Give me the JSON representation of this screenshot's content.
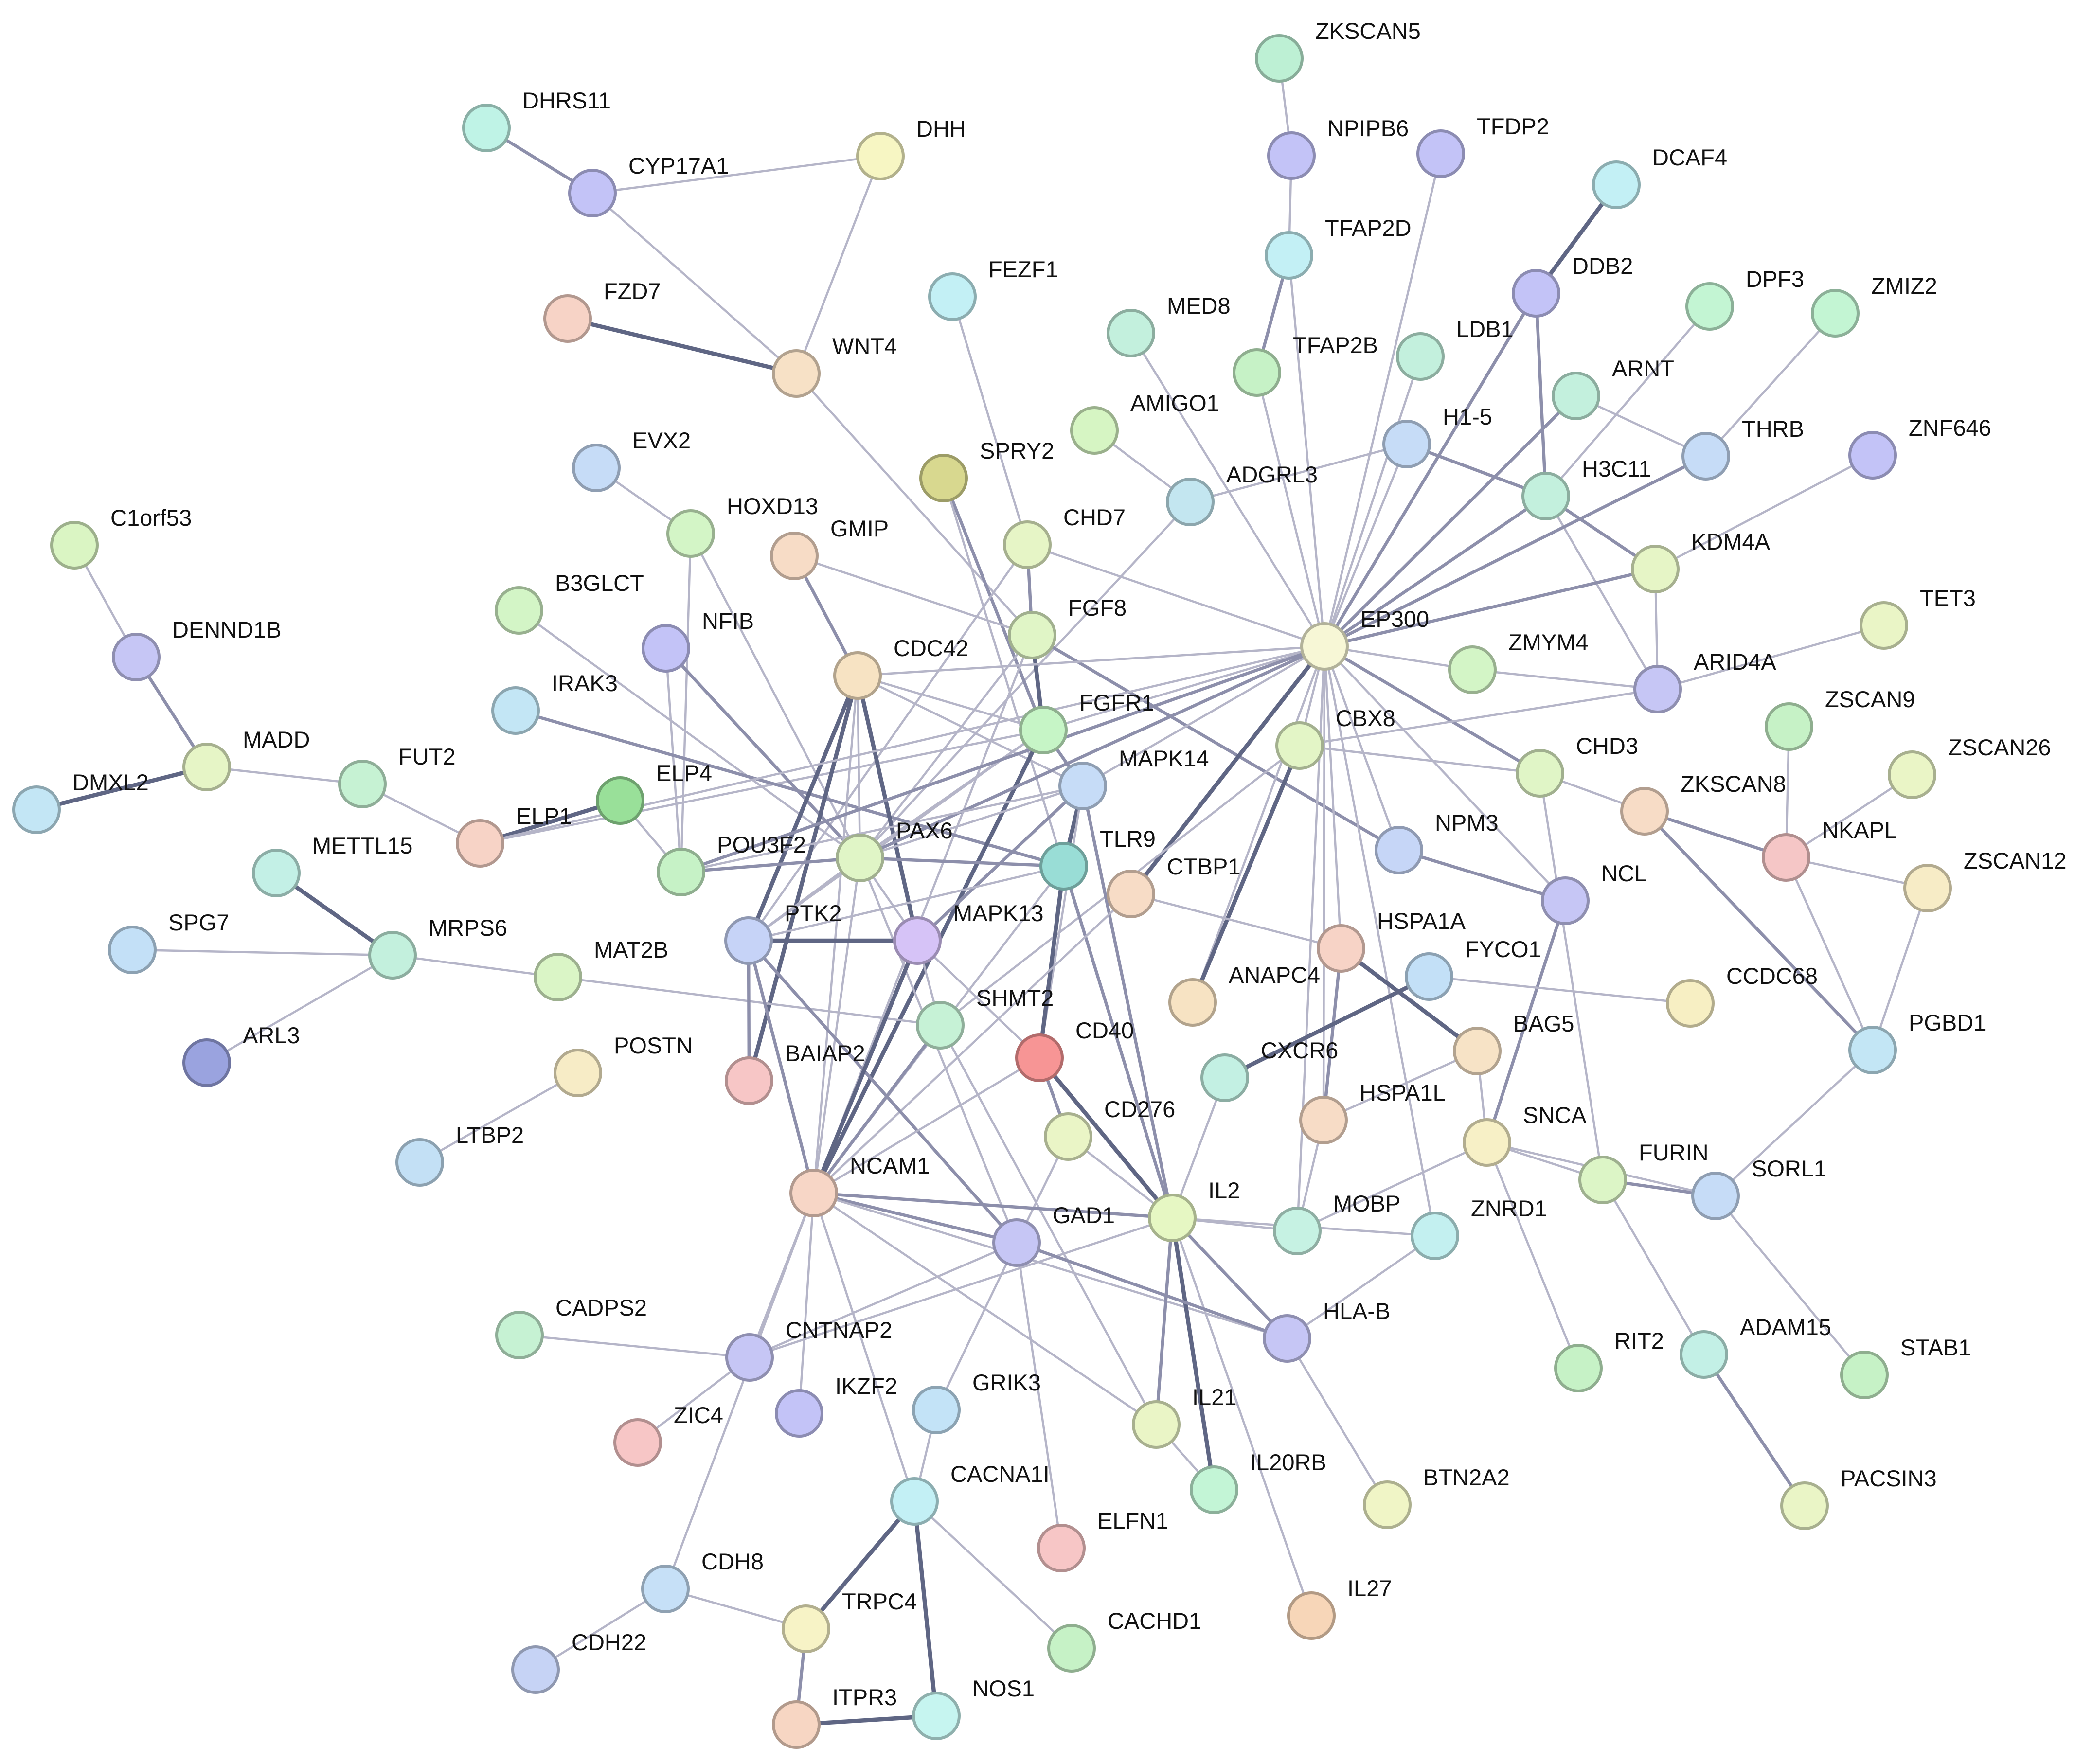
{
  "nodes": [
    {
      "id": "ZKSCAN5",
      "label": "ZKSCAN5",
      "color": "#bdf0d4"
    },
    {
      "id": "DHRS11",
      "label": "DHRS11",
      "color": "#bff3e6"
    },
    {
      "id": "NPIPB6",
      "label": "NPIPB6",
      "color": "#c3c3f7"
    },
    {
      "id": "TFDP2",
      "label": "TFDP2",
      "color": "#c3c3f7"
    },
    {
      "id": "DHH",
      "label": "DHH",
      "color": "#f7f6c3"
    },
    {
      "id": "CYP17A1",
      "label": "CYP17A1",
      "color": "#c3c3f7"
    },
    {
      "id": "DCAF4",
      "label": "DCAF4",
      "color": "#c3f0f5"
    },
    {
      "id": "TFAP2D",
      "label": "TFAP2D",
      "color": "#c3f0f5"
    },
    {
      "id": "DDB2",
      "label": "DDB2",
      "color": "#c3c3f7"
    },
    {
      "id": "FEZF1",
      "label": "FEZF1",
      "color": "#c3f0f5"
    },
    {
      "id": "FZD7",
      "label": "FZD7",
      "color": "#f7d3c6"
    },
    {
      "id": "MED8",
      "label": "MED8",
      "color": "#c3f0dd"
    },
    {
      "id": "DPF3",
      "label": "DPF3",
      "color": "#c3f5d3"
    },
    {
      "id": "ZMIZ2",
      "label": "ZMIZ2",
      "color": "#c3f5d3"
    },
    {
      "id": "WNT4",
      "label": "WNT4",
      "color": "#f7e1c6"
    },
    {
      "id": "TFAP2B",
      "label": "TFAP2B",
      "color": "#c6f2c6"
    },
    {
      "id": "LDB1",
      "label": "LDB1",
      "color": "#c3f0dd"
    },
    {
      "id": "ARNT",
      "label": "ARNT",
      "color": "#c3f0dd"
    },
    {
      "id": "AMIGO1",
      "label": "AMIGO1",
      "color": "#d6f5c3"
    },
    {
      "id": "H1-5",
      "label": "H1-5",
      "color": "#c6dcf7"
    },
    {
      "id": "THRB",
      "label": "THRB",
      "color": "#c6dcf7"
    },
    {
      "id": "ZNF646",
      "label": "ZNF646",
      "color": "#c3c3f7"
    },
    {
      "id": "EVX2",
      "label": "EVX2",
      "color": "#c6dcf7"
    },
    {
      "id": "SPRY2",
      "label": "SPRY2",
      "color": "#d8d88f"
    },
    {
      "id": "ADGRL3",
      "label": "ADGRL3",
      "color": "#c3e6f0"
    },
    {
      "id": "H3C11",
      "label": "H3C11",
      "color": "#c3f0dd"
    },
    {
      "id": "C1orf53",
      "label": "C1orf53",
      "color": "#daf5c3"
    },
    {
      "id": "HOXD13",
      "label": "HOXD13",
      "color": "#d3f5c6"
    },
    {
      "id": "GMIP",
      "label": "GMIP",
      "color": "#f7dcc6"
    },
    {
      "id": "CHD7",
      "label": "CHD7",
      "color": "#e6f5c6"
    },
    {
      "id": "KDM4A",
      "label": "KDM4A",
      "color": "#e6f5c6"
    },
    {
      "id": "TET3",
      "label": "TET3",
      "color": "#eaf5c6"
    },
    {
      "id": "B3GLCT",
      "label": "B3GLCT",
      "color": "#d3f5c6"
    },
    {
      "id": "FGF8",
      "label": "FGF8",
      "color": "#e0f5c6"
    },
    {
      "id": "EP300",
      "label": "EP300",
      "color": "#f7f7d6"
    },
    {
      "id": "DENND1B",
      "label": "DENND1B",
      "color": "#c6c6f5"
    },
    {
      "id": "NFIB",
      "label": "NFIB",
      "color": "#c3c3f7"
    },
    {
      "id": "CDC42",
      "label": "CDC42",
      "color": "#f7e3c3"
    },
    {
      "id": "ZMYM4",
      "label": "ZMYM4",
      "color": "#d3f5c6"
    },
    {
      "id": "ARID4A",
      "label": "ARID4A",
      "color": "#c6c6f5"
    },
    {
      "id": "ZSCAN9",
      "label": "ZSCAN9",
      "color": "#c6f2c6"
    },
    {
      "id": "ZSCAN26",
      "label": "ZSCAN26",
      "color": "#eaf5c6"
    },
    {
      "id": "IRAK3",
      "label": "IRAK3",
      "color": "#c3e6f5"
    },
    {
      "id": "FGFR1",
      "label": "FGFR1",
      "color": "#c6f5c6"
    },
    {
      "id": "CBX8",
      "label": "CBX8",
      "color": "#e3f5c6"
    },
    {
      "id": "MADD",
      "label": "MADD",
      "color": "#e6f5c6"
    },
    {
      "id": "FUT2",
      "label": "FUT2",
      "color": "#c6f2d3"
    },
    {
      "id": "ELP4",
      "label": "ELP4",
      "color": "#99e099"
    },
    {
      "id": "CHD3",
      "label": "CHD3",
      "color": "#e0f5c6"
    },
    {
      "id": "ZKSCAN8",
      "label": "ZKSCAN8",
      "color": "#f7dcc6"
    },
    {
      "id": "DMXL2",
      "label": "DMXL2",
      "color": "#c3e6f5"
    },
    {
      "id": "MAPK14",
      "label": "MAPK14",
      "color": "#c6dcf7"
    },
    {
      "id": "ELP1",
      "label": "ELP1",
      "color": "#f7d3c6"
    },
    {
      "id": "METTL15",
      "label": "METTL15",
      "color": "#c3f0e6"
    },
    {
      "id": "POU3F2",
      "label": "POU3F2",
      "color": "#c6f2c6"
    },
    {
      "id": "PAX6",
      "label": "PAX6",
      "color": "#e0f5c6"
    },
    {
      "id": "TLR9",
      "label": "TLR9",
      "color": "#99ddd6"
    },
    {
      "id": "NPM3",
      "label": "NPM3",
      "color": "#c6d6f7"
    },
    {
      "id": "NKAPL",
      "label": "NKAPL",
      "color": "#f5c6c6"
    },
    {
      "id": "ZSCAN12",
      "label": "ZSCAN12",
      "color": "#f7ecc6"
    },
    {
      "id": "NCL",
      "label": "NCL",
      "color": "#c6c6f5"
    },
    {
      "id": "CTBP1",
      "label": "CTBP1",
      "color": "#f7dcc6"
    },
    {
      "id": "SPG7",
      "label": "SPG7",
      "color": "#c3e0f7"
    },
    {
      "id": "MRPS6",
      "label": "MRPS6",
      "color": "#c3f0dd"
    },
    {
      "id": "PTK2",
      "label": "PTK2",
      "color": "#c6d3f7"
    },
    {
      "id": "MAPK13",
      "label": "MAPK13",
      "color": "#d6c3f7"
    },
    {
      "id": "MAT2B",
      "label": "MAT2B",
      "color": "#daf5c6"
    },
    {
      "id": "HSPA1A",
      "label": "HSPA1A",
      "color": "#f7d3c6"
    },
    {
      "id": "FYCO1",
      "label": "FYCO1",
      "color": "#c3e0f7"
    },
    {
      "id": "ANAPC4",
      "label": "ANAPC4",
      "color": "#f7e3c3"
    },
    {
      "id": "CCDC68",
      "label": "CCDC68",
      "color": "#f7efc3"
    },
    {
      "id": "PGBD1",
      "label": "PGBD1",
      "color": "#c3e6f5"
    },
    {
      "id": "ARL3",
      "label": "ARL3",
      "color": "#9aa3df"
    },
    {
      "id": "SHMT2",
      "label": "SHMT2",
      "color": "#c6f2d6"
    },
    {
      "id": "POSTN",
      "label": "POSTN",
      "color": "#f7ecc6"
    },
    {
      "id": "BAG5",
      "label": "BAG5",
      "color": "#f7e3c6"
    },
    {
      "id": "CD40",
      "label": "CD40",
      "color": "#f79595"
    },
    {
      "id": "BAIAP2",
      "label": "BAIAP2",
      "color": "#f7c6c6"
    },
    {
      "id": "CXCR6",
      "label": "CXCR6",
      "color": "#c3f0e3"
    },
    {
      "id": "HSPA1L",
      "label": "HSPA1L",
      "color": "#f7dcc6"
    },
    {
      "id": "LTBP2",
      "label": "LTBP2",
      "color": "#c3e0f5"
    },
    {
      "id": "CD276",
      "label": "CD276",
      "color": "#eaf5c6"
    },
    {
      "id": "SNCA",
      "label": "SNCA",
      "color": "#f7f0c6"
    },
    {
      "id": "FURIN",
      "label": "FURIN",
      "color": "#dcf5c6"
    },
    {
      "id": "SORL1",
      "label": "SORL1",
      "color": "#c6dcf7"
    },
    {
      "id": "NCAM1",
      "label": "NCAM1",
      "color": "#f7d6c6"
    },
    {
      "id": "IL2",
      "label": "IL2",
      "color": "#e6f7c3"
    },
    {
      "id": "ZNRD1",
      "label": "ZNRD1",
      "color": "#c3f0f0"
    },
    {
      "id": "MOBP",
      "label": "MOBP",
      "color": "#c6f2e3"
    },
    {
      "id": "GAD1",
      "label": "GAD1",
      "color": "#c6c6f5"
    },
    {
      "id": "HLA-B",
      "label": "HLA-B",
      "color": "#c6c6f5"
    },
    {
      "id": "CADPS2",
      "label": "CADPS2",
      "color": "#c6f2d3"
    },
    {
      "id": "RIT2",
      "label": "RIT2",
      "color": "#c6f2c6"
    },
    {
      "id": "ADAM15",
      "label": "ADAM15",
      "color": "#c3f0e6"
    },
    {
      "id": "STAB1",
      "label": "STAB1",
      "color": "#c6f2c6"
    },
    {
      "id": "CNTNAP2",
      "label": "CNTNAP2",
      "color": "#c6c6f5"
    },
    {
      "id": "ZIC4",
      "label": "ZIC4",
      "color": "#f7c6c6"
    },
    {
      "id": "IKZF2",
      "label": "IKZF2",
      "color": "#c3c3f7"
    },
    {
      "id": "GRIK3",
      "label": "GRIK3",
      "color": "#c3e3f7"
    },
    {
      "id": "IL21",
      "label": "IL21",
      "color": "#eaf5c6"
    },
    {
      "id": "IL20RB",
      "label": "IL20RB",
      "color": "#c3f5d6"
    },
    {
      "id": "BTN2A2",
      "label": "BTN2A2",
      "color": "#f0f5c6"
    },
    {
      "id": "PACSIN3",
      "label": "PACSIN3",
      "color": "#eaf5c6"
    },
    {
      "id": "CACNA1I",
      "label": "CACNA1I",
      "color": "#c3f0f5"
    },
    {
      "id": "ELFN1",
      "label": "ELFN1",
      "color": "#f7c6c6"
    },
    {
      "id": "CDH8",
      "label": "CDH8",
      "color": "#c6e0f7"
    },
    {
      "id": "IL27",
      "label": "IL27",
      "color": "#f7d6b8"
    },
    {
      "id": "CACHD1",
      "label": "CACHD1",
      "color": "#c6f2c6"
    },
    {
      "id": "TRPC4",
      "label": "TRPC4",
      "color": "#f7f3c6"
    },
    {
      "id": "CDH22",
      "label": "CDH22",
      "color": "#c6d3f5"
    },
    {
      "id": "NOS1",
      "label": "NOS1",
      "color": "#c6f5f0"
    },
    {
      "id": "ITPR3",
      "label": "ITPR3",
      "color": "#f7d6c3"
    }
  ],
  "edges": [
    [
      "ZKSCAN5",
      "NPIPB6",
      1
    ],
    [
      "NPIPB6",
      "TFAP2D",
      1
    ],
    [
      "DHRS11",
      "CYP17A1",
      2
    ],
    [
      "CYP17A1",
      "DHH",
      1
    ],
    [
      "CYP17A1",
      "WNT4",
      1
    ],
    [
      "DHH",
      "WNT4",
      1
    ],
    [
      "FZD7",
      "WNT4",
      3
    ],
    [
      "WNT4",
      "FGF8",
      1
    ],
    [
      "TFAP2D",
      "TFAP2B",
      2
    ],
    [
      "TFAP2D",
      "EP300",
      1
    ],
    [
      "TFAP2B",
      "EP300",
      1
    ],
    [
      "TFDP2",
      "EP300",
      1
    ],
    [
      "DCAF4",
      "DDB2",
      3
    ],
    [
      "DDB2",
      "EP300",
      2
    ],
    [
      "DDB2",
      "H3C11",
      2
    ],
    [
      "FEZF1",
      "CHD7",
      1
    ],
    [
      "MED8",
      "EP300",
      1
    ],
    [
      "LDB1",
      "EP300",
      1
    ],
    [
      "ARNT",
      "EP300",
      2
    ],
    [
      "ARNT",
      "THRB",
      1
    ],
    [
      "DPF3",
      "H3C11",
      1
    ],
    [
      "ZMIZ2",
      "THRB",
      1
    ],
    [
      "AMIGO1",
      "ADGRL3",
      1
    ],
    [
      "ADGRL3",
      "H1-5",
      1
    ],
    [
      "ADGRL3",
      "PAX6",
      1
    ],
    [
      "H1-5",
      "EP300",
      1
    ],
    [
      "H1-5",
      "H3C11",
      2
    ],
    [
      "H3C11",
      "EP300",
      2
    ],
    [
      "H3C11",
      "KDM4A",
      2
    ],
    [
      "H3C11",
      "ARID4A",
      1
    ],
    [
      "THRB",
      "EP300",
      2
    ],
    [
      "ZNF646",
      "KDM4A",
      1
    ],
    [
      "KDM4A",
      "EP300",
      2
    ],
    [
      "KDM4A",
      "ARID4A",
      1
    ],
    [
      "EVX2",
      "HOXD13",
      1
    ],
    [
      "HOXD13",
      "POU3F2",
      1
    ],
    [
      "HOXD13",
      "PAX6",
      1
    ],
    [
      "SPRY2",
      "FGFR1",
      2
    ],
    [
      "SPRY2",
      "TLR9",
      1
    ],
    [
      "GMIP",
      "CDC42",
      2
    ],
    [
      "GMIP",
      "FGF8",
      1
    ],
    [
      "CHD7",
      "FGF8",
      2
    ],
    [
      "CHD7",
      "EP300",
      1
    ],
    [
      "CHD7",
      "PTK2",
      1
    ],
    [
      "FGF8",
      "FGFR1",
      3
    ],
    [
      "FGF8",
      "PAX6",
      1
    ],
    [
      "FGF8",
      "NPM3",
      2
    ],
    [
      "FGF8",
      "NCAM1",
      1
    ],
    [
      "C1orf53",
      "DENND1B",
      1
    ],
    [
      "DENND1B",
      "MADD",
      2
    ],
    [
      "MADD",
      "DMXL2",
      3
    ],
    [
      "MADD",
      "FUT2",
      1
    ],
    [
      "FUT2",
      "ELP1",
      1
    ],
    [
      "ELP1",
      "ELP4",
      3
    ],
    [
      "ELP1",
      "FGFR1",
      1
    ],
    [
      "ELP4",
      "POU3F2",
      1
    ],
    [
      "B3GLCT",
      "PAX6",
      1
    ],
    [
      "NFIB",
      "POU3F2",
      1
    ],
    [
      "NFIB",
      "PAX6",
      2
    ],
    [
      "IRAK3",
      "TLR9",
      2
    ],
    [
      "CDC42",
      "PAX6",
      1
    ],
    [
      "CDC42",
      "PTK2",
      3
    ],
    [
      "CDC42",
      "MAPK13",
      3
    ],
    [
      "CDC42",
      "BAIAP2",
      3
    ],
    [
      "CDC42",
      "NCAM1",
      1
    ],
    [
      "CDC42",
      "FGFR1",
      1
    ],
    [
      "CDC42",
      "MAPK14",
      1
    ],
    [
      "CDC42",
      "EP300",
      1
    ],
    [
      "FGFR1",
      "MAPK14",
      2
    ],
    [
      "FGFR1",
      "PTK2",
      1
    ],
    [
      "FGFR1",
      "NCAM1",
      3
    ],
    [
      "FGFR1",
      "EP300",
      1
    ],
    [
      "FGFR1",
      "PAX6",
      1
    ],
    [
      "EP300",
      "CBX8",
      1
    ],
    [
      "EP300",
      "CHD3",
      2
    ],
    [
      "EP300",
      "NPM3",
      1
    ],
    [
      "EP300",
      "NCL",
      1
    ],
    [
      "EP300",
      "CTBP1",
      3
    ],
    [
      "EP300",
      "ANAPC4",
      1
    ],
    [
      "EP300",
      "HSPA1A",
      1
    ],
    [
      "EP300",
      "HSPA1L",
      1
    ],
    [
      "EP300",
      "MOBP",
      1
    ],
    [
      "EP300",
      "ZNRD1",
      1
    ],
    [
      "EP300",
      "PAX6",
      2
    ],
    [
      "EP300",
      "POU3F2",
      2
    ],
    [
      "EP300",
      "MAPK14",
      1
    ],
    [
      "EP300",
      "ZMYM4",
      1
    ],
    [
      "EP300",
      "ELP1",
      1
    ],
    [
      "ZMYM4",
      "ARID4A",
      1
    ],
    [
      "ARID4A",
      "TET3",
      1
    ],
    [
      "ARID4A",
      "CBX8",
      1
    ],
    [
      "CBX8",
      "CHD3",
      1
    ],
    [
      "CBX8",
      "ANAPC4",
      3
    ],
    [
      "CBX8",
      "SHMT2",
      1
    ],
    [
      "CHD3",
      "ZKSCAN8",
      1
    ],
    [
      "CHD3",
      "FURIN",
      1
    ],
    [
      "ZSCAN9",
      "NKAPL",
      1
    ],
    [
      "ZSCAN26",
      "NKAPL",
      1
    ],
    [
      "ZKSCAN8",
      "NKAPL",
      2
    ],
    [
      "ZKSCAN8",
      "PGBD1",
      2
    ],
    [
      "NKAPL",
      "ZSCAN12",
      1
    ],
    [
      "NKAPL",
      "PGBD1",
      1
    ],
    [
      "ZSCAN12",
      "PGBD1",
      1
    ],
    [
      "PGBD1",
      "SORL1",
      1
    ],
    [
      "MAPK14",
      "MAPK13",
      2
    ],
    [
      "MAPK14",
      "POU3F2",
      1
    ],
    [
      "MAPK14",
      "PAX6",
      1
    ],
    [
      "MAPK14",
      "TLR9",
      3
    ],
    [
      "MAPK14",
      "IL2",
      2
    ],
    [
      "MAPK14",
      "CD40",
      1
    ],
    [
      "PAX6",
      "POU3F2",
      2
    ],
    [
      "PAX6",
      "PTK2",
      1
    ],
    [
      "PAX6",
      "MAPK13",
      1
    ],
    [
      "PAX6",
      "NCAM1",
      1
    ],
    [
      "PAX6",
      "TLR9",
      2
    ],
    [
      "PAX6",
      "GAD1",
      1
    ],
    [
      "TLR9",
      "CD40",
      3
    ],
    [
      "TLR9",
      "IL2",
      2
    ],
    [
      "TLR9",
      "PTK2",
      1
    ],
    [
      "TLR9",
      "NCAM1",
      1
    ],
    [
      "NPM3",
      "NCL",
      2
    ],
    [
      "NCL",
      "SNCA",
      2
    ],
    [
      "CTBP1",
      "HSPA1A",
      1
    ],
    [
      "CTBP1",
      "NCAM1",
      1
    ],
    [
      "METTL15",
      "MRPS6",
      3
    ],
    [
      "SPG7",
      "MRPS6",
      1
    ],
    [
      "MRPS6",
      "ARL3",
      1
    ],
    [
      "MRPS6",
      "MAT2B",
      1
    ],
    [
      "MAT2B",
      "SHMT2",
      1
    ],
    [
      "PTK2",
      "MAPK13",
      3
    ],
    [
      "PTK2",
      "BAIAP2",
      2
    ],
    [
      "PTK2",
      "NCAM1",
      2
    ],
    [
      "PTK2",
      "GAD1",
      2
    ],
    [
      "MAPK13",
      "SHMT2",
      1
    ],
    [
      "MAPK13",
      "NCAM1",
      3
    ],
    [
      "MAPK13",
      "CD40",
      1
    ],
    [
      "HSPA1A",
      "HSPA1L",
      2
    ],
    [
      "HSPA1A",
      "BAG5",
      3
    ],
    [
      "FYCO1",
      "CXCR6",
      3
    ],
    [
      "FYCO1",
      "CCDC68",
      1
    ],
    [
      "POSTN",
      "LTBP2",
      1
    ],
    [
      "BAG5",
      "SNCA",
      1
    ],
    [
      "BAG5",
      "HSPA1L",
      1
    ],
    [
      "CD40",
      "CD276",
      2
    ],
    [
      "CD40",
      "IL2",
      3
    ],
    [
      "CD40",
      "NCAM1",
      1
    ],
    [
      "SHMT2",
      "NCAM1",
      2
    ],
    [
      "SHMT2",
      "IL21",
      1
    ],
    [
      "CD276",
      "IL2",
      1
    ],
    [
      "CD276",
      "GAD1",
      1
    ],
    [
      "CXCR6",
      "IL2",
      1
    ],
    [
      "HSPA1L",
      "MOBP",
      1
    ],
    [
      "SNCA",
      "MOBP",
      1
    ],
    [
      "SNCA",
      "FURIN",
      1
    ],
    [
      "SNCA",
      "RIT2",
      1
    ],
    [
      "FURIN",
      "SORL1",
      2
    ],
    [
      "FURIN",
      "ADAM15",
      1
    ],
    [
      "SORL1",
      "STAB1",
      1
    ],
    [
      "SORL1",
      "SNCA",
      1
    ],
    [
      "NCAM1",
      "GAD1",
      2
    ],
    [
      "NCAM1",
      "IL2",
      2
    ],
    [
      "NCAM1",
      "CNTNAP2",
      1
    ],
    [
      "NCAM1",
      "IKZF2",
      1
    ],
    [
      "NCAM1",
      "CACNA1I",
      1
    ],
    [
      "NCAM1",
      "CDH8",
      1
    ],
    [
      "NCAM1",
      "IL21",
      1
    ],
    [
      "NCAM1",
      "HLA-B",
      1
    ],
    [
      "IL2",
      "IL21",
      2
    ],
    [
      "IL2",
      "IL20RB",
      3
    ],
    [
      "IL2",
      "IL27",
      1
    ],
    [
      "IL2",
      "MOBP",
      1
    ],
    [
      "IL2",
      "HLA-B",
      2
    ],
    [
      "IL2",
      "CNTNAP2",
      1
    ],
    [
      "IL2",
      "ZNRD1",
      1
    ],
    [
      "GAD1",
      "HLA-B",
      2
    ],
    [
      "GAD1",
      "GRIK3",
      1
    ],
    [
      "GAD1",
      "ELFN1",
      1
    ],
    [
      "GAD1",
      "CNTNAP2",
      1
    ],
    [
      "HLA-B",
      "BTN2A2",
      1
    ],
    [
      "HLA-B",
      "ZNRD1",
      1
    ],
    [
      "CADPS2",
      "CNTNAP2",
      1
    ],
    [
      "CNTNAP2",
      "ZIC4",
      1
    ],
    [
      "ADAM15",
      "PACSIN3",
      2
    ],
    [
      "IL21",
      "IL20RB",
      1
    ],
    [
      "GRIK3",
      "CACNA1I",
      1
    ],
    [
      "CACNA1I",
      "TRPC4",
      3
    ],
    [
      "CACNA1I",
      "NOS1",
      3
    ],
    [
      "CACNA1I",
      "CACHD1",
      1
    ],
    [
      "CDH8",
      "CDH22",
      1
    ],
    [
      "CDH8",
      "TRPC4",
      1
    ],
    [
      "TRPC4",
      "ITPR3",
      2
    ],
    [
      "ITPR3",
      "NOS1",
      3
    ]
  ]
}
